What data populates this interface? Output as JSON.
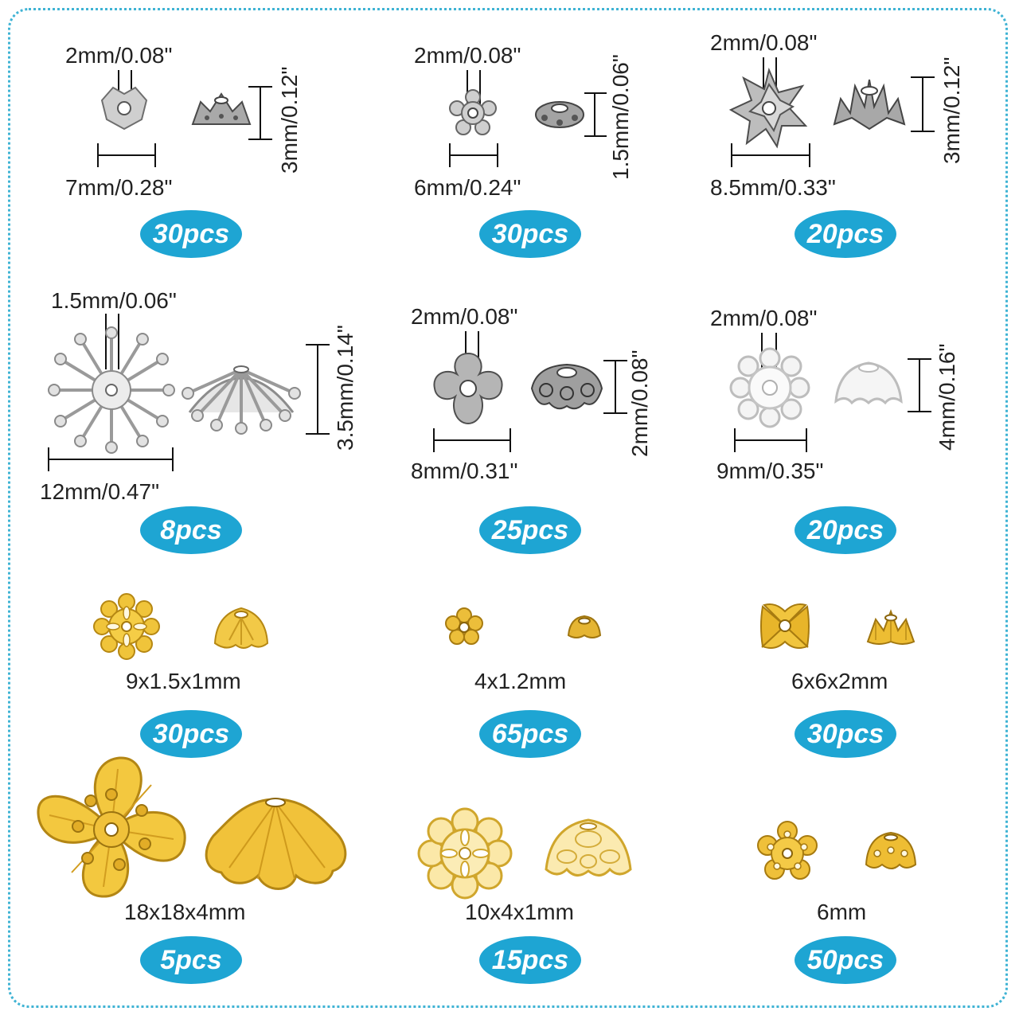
{
  "colors": {
    "accent": "#1ea5d3",
    "silver": "#c9c9c9",
    "gold": "#e8b92c"
  },
  "items": [
    {
      "hole": "2mm/0.08\"",
      "width": "7mm/0.28\"",
      "height": "3mm/0.12\"",
      "count": "30pcs",
      "finish": "antique-silver"
    },
    {
      "hole": "2mm/0.08\"",
      "width": "6mm/0.24\"",
      "height": "1.5mm/0.06\"",
      "count": "30pcs",
      "finish": "antique-silver"
    },
    {
      "hole": "2mm/0.08\"",
      "width": "8.5mm/0.33\"",
      "height": "3mm/0.12\"",
      "count": "20pcs",
      "finish": "antique-silver"
    },
    {
      "hole": "1.5mm/0.06\"",
      "width": "12mm/0.47\"",
      "height": "3.5mm/0.14\"",
      "count": "8pcs",
      "finish": "silver"
    },
    {
      "hole": "2mm/0.08\"",
      "width": "8mm/0.31\"",
      "height": "2mm/0.08\"",
      "count": "25pcs",
      "finish": "antique-silver"
    },
    {
      "hole": "2mm/0.08\"",
      "width": "9mm/0.35\"",
      "height": "4mm/0.16\"",
      "count": "20pcs",
      "finish": "silver"
    },
    {
      "size": "9x1.5x1mm",
      "count": "30pcs",
      "finish": "gold"
    },
    {
      "size": "4x1.2mm",
      "count": "65pcs",
      "finish": "gold"
    },
    {
      "size": "6x6x2mm",
      "count": "30pcs",
      "finish": "gold"
    },
    {
      "size": "18x18x4mm",
      "count": "5pcs",
      "finish": "gold"
    },
    {
      "size": "10x4x1mm",
      "count": "15pcs",
      "finish": "gold"
    },
    {
      "size": "6mm",
      "count": "50pcs",
      "finish": "gold"
    }
  ]
}
